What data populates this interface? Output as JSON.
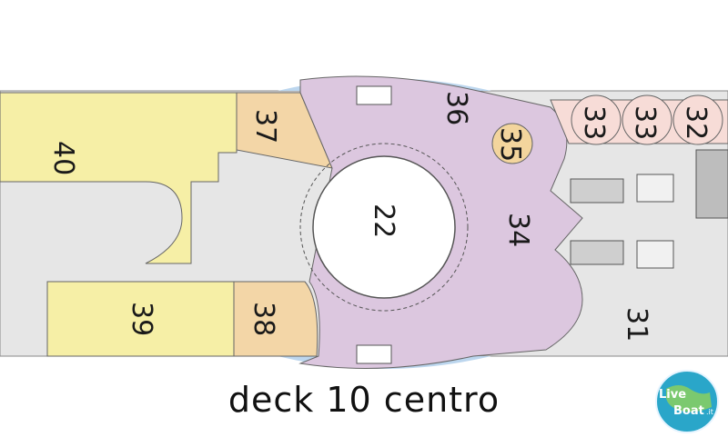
{
  "caption": "deck 10 centro",
  "rooms": [
    {
      "id": "r40",
      "label": "40"
    },
    {
      "id": "r37",
      "label": "37"
    },
    {
      "id": "r36",
      "label": "36"
    },
    {
      "id": "r35",
      "label": "35"
    },
    {
      "id": "r33a",
      "label": "33"
    },
    {
      "id": "r33b",
      "label": "33"
    },
    {
      "id": "r32",
      "label": "32"
    },
    {
      "id": "r22",
      "label": "22"
    },
    {
      "id": "r34",
      "label": "34"
    },
    {
      "id": "r39",
      "label": "39"
    },
    {
      "id": "r38",
      "label": "38"
    },
    {
      "id": "r31",
      "label": "31"
    }
  ],
  "logo": {
    "line1": "Live",
    "line2": "Boat",
    "suffix": ".it"
  },
  "colors": {
    "corridor": "#e6e6e6",
    "yellow_area": "#f6efa6",
    "peach_area": "#f3d6a7",
    "lilac_area": "#dcc7df",
    "pink_area": "#f7dcd7",
    "orange_circle": "#f3d59d",
    "white": "#ffffff",
    "outline": "#555555"
  }
}
